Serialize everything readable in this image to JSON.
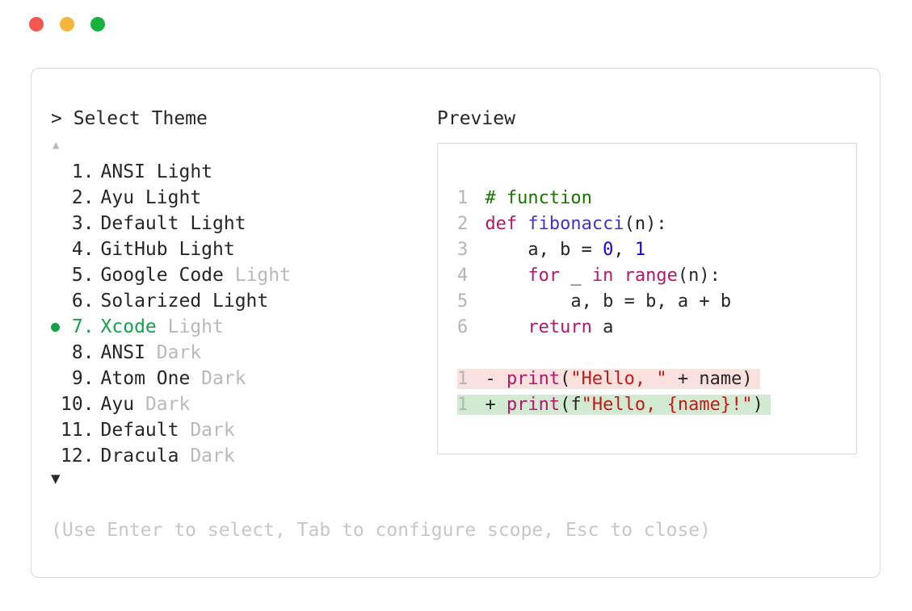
{
  "window": {
    "controls": [
      {
        "name": "close",
        "color": "#f4574e"
      },
      {
        "name": "minimize",
        "color": "#f5b53d"
      },
      {
        "name": "maximize",
        "color": "#16b23c"
      }
    ]
  },
  "picker": {
    "prompt": "> Select Theme",
    "scroll_up": "▲",
    "scroll_down": "▼",
    "items": [
      {
        "num": " 1.",
        "selected": false,
        "parts": [
          {
            "text": "ANSI Light",
            "style": "normal"
          }
        ]
      },
      {
        "num": " 2.",
        "selected": false,
        "parts": [
          {
            "text": "Ayu Light",
            "style": "normal"
          }
        ]
      },
      {
        "num": " 3.",
        "selected": false,
        "parts": [
          {
            "text": "Default Light",
            "style": "normal"
          }
        ]
      },
      {
        "num": " 4.",
        "selected": false,
        "parts": [
          {
            "text": "GitHub Light",
            "style": "normal"
          }
        ]
      },
      {
        "num": " 5.",
        "selected": false,
        "parts": [
          {
            "text": "Google Code ",
            "style": "normal"
          },
          {
            "text": "Light",
            "style": "muted"
          }
        ]
      },
      {
        "num": " 6.",
        "selected": false,
        "parts": [
          {
            "text": "Solarized Light",
            "style": "normal"
          }
        ]
      },
      {
        "num": " 7.",
        "selected": true,
        "parts": [
          {
            "text": "Xcode ",
            "style": "selected"
          },
          {
            "text": "Light",
            "style": "muted"
          }
        ]
      },
      {
        "num": " 8.",
        "selected": false,
        "parts": [
          {
            "text": "ANSI ",
            "style": "normal"
          },
          {
            "text": "Dark",
            "style": "muted"
          }
        ]
      },
      {
        "num": " 9.",
        "selected": false,
        "parts": [
          {
            "text": "Atom One ",
            "style": "normal"
          },
          {
            "text": "Dark",
            "style": "muted"
          }
        ]
      },
      {
        "num": "10.",
        "selected": false,
        "parts": [
          {
            "text": "Ayu ",
            "style": "normal"
          },
          {
            "text": "Dark",
            "style": "muted"
          }
        ]
      },
      {
        "num": "11.",
        "selected": false,
        "parts": [
          {
            "text": "Default ",
            "style": "normal"
          },
          {
            "text": "Dark",
            "style": "muted"
          }
        ]
      },
      {
        "num": "12.",
        "selected": false,
        "parts": [
          {
            "text": "Dracula ",
            "style": "normal"
          },
          {
            "text": "Dark",
            "style": "muted"
          }
        ]
      }
    ],
    "hint": "(Use Enter to select, Tab to configure scope, Esc to close)"
  },
  "preview": {
    "title": "Preview",
    "code": [
      {
        "ln": "1",
        "tokens": [
          {
            "t": "# function",
            "c": "comment"
          }
        ]
      },
      {
        "ln": "2",
        "tokens": [
          {
            "t": "def ",
            "c": "keyword"
          },
          {
            "t": "fibonacci",
            "c": "function"
          },
          {
            "t": "(n):",
            "c": "plain"
          }
        ]
      },
      {
        "ln": "3",
        "tokens": [
          {
            "t": "    a, b = ",
            "c": "plain"
          },
          {
            "t": "0",
            "c": "number"
          },
          {
            "t": ", ",
            "c": "plain"
          },
          {
            "t": "1",
            "c": "number"
          }
        ]
      },
      {
        "ln": "4",
        "tokens": [
          {
            "t": "    ",
            "c": "plain"
          },
          {
            "t": "for",
            "c": "keyword"
          },
          {
            "t": " _ ",
            "c": "plain"
          },
          {
            "t": "in",
            "c": "keyword"
          },
          {
            "t": " ",
            "c": "plain"
          },
          {
            "t": "range",
            "c": "keyword"
          },
          {
            "t": "(n):",
            "c": "plain"
          }
        ]
      },
      {
        "ln": "5",
        "tokens": [
          {
            "t": "        a, b = b, a + b",
            "c": "plain"
          }
        ]
      },
      {
        "ln": "6",
        "tokens": [
          {
            "t": "    ",
            "c": "plain"
          },
          {
            "t": "return",
            "c": "keyword"
          },
          {
            "t": " a",
            "c": "plain"
          }
        ]
      }
    ],
    "diff": [
      {
        "ln": "1",
        "kind": "removed",
        "tokens": [
          {
            "t": "- ",
            "c": "plain"
          },
          {
            "t": "print",
            "c": "keyword"
          },
          {
            "t": "(",
            "c": "plain"
          },
          {
            "t": "\"Hello, \"",
            "c": "string"
          },
          {
            "t": " + name)",
            "c": "plain"
          }
        ]
      },
      {
        "ln": "1",
        "kind": "added",
        "tokens": [
          {
            "t": "+ ",
            "c": "plain"
          },
          {
            "t": "print",
            "c": "keyword"
          },
          {
            "t": "(f",
            "c": "plain"
          },
          {
            "t": "\"Hello, {name}!\"",
            "c": "string"
          },
          {
            "t": ")",
            "c": "plain"
          }
        ]
      }
    ]
  },
  "colors": {
    "text": "#262626",
    "code_text": "#262626",
    "muted": "#b9b9b9",
    "selected": "#16a24a",
    "hint": "#c7c7c7",
    "border": "#d9d9d9",
    "line_number": "#b5b5b5",
    "comment": "#177500",
    "keyword": "#b3186d",
    "function": "#4233cb",
    "number": "#1c01ce",
    "string": "#c41a16",
    "removed_bg": "#fbe1de",
    "added_bg": "#d2e9d2"
  }
}
